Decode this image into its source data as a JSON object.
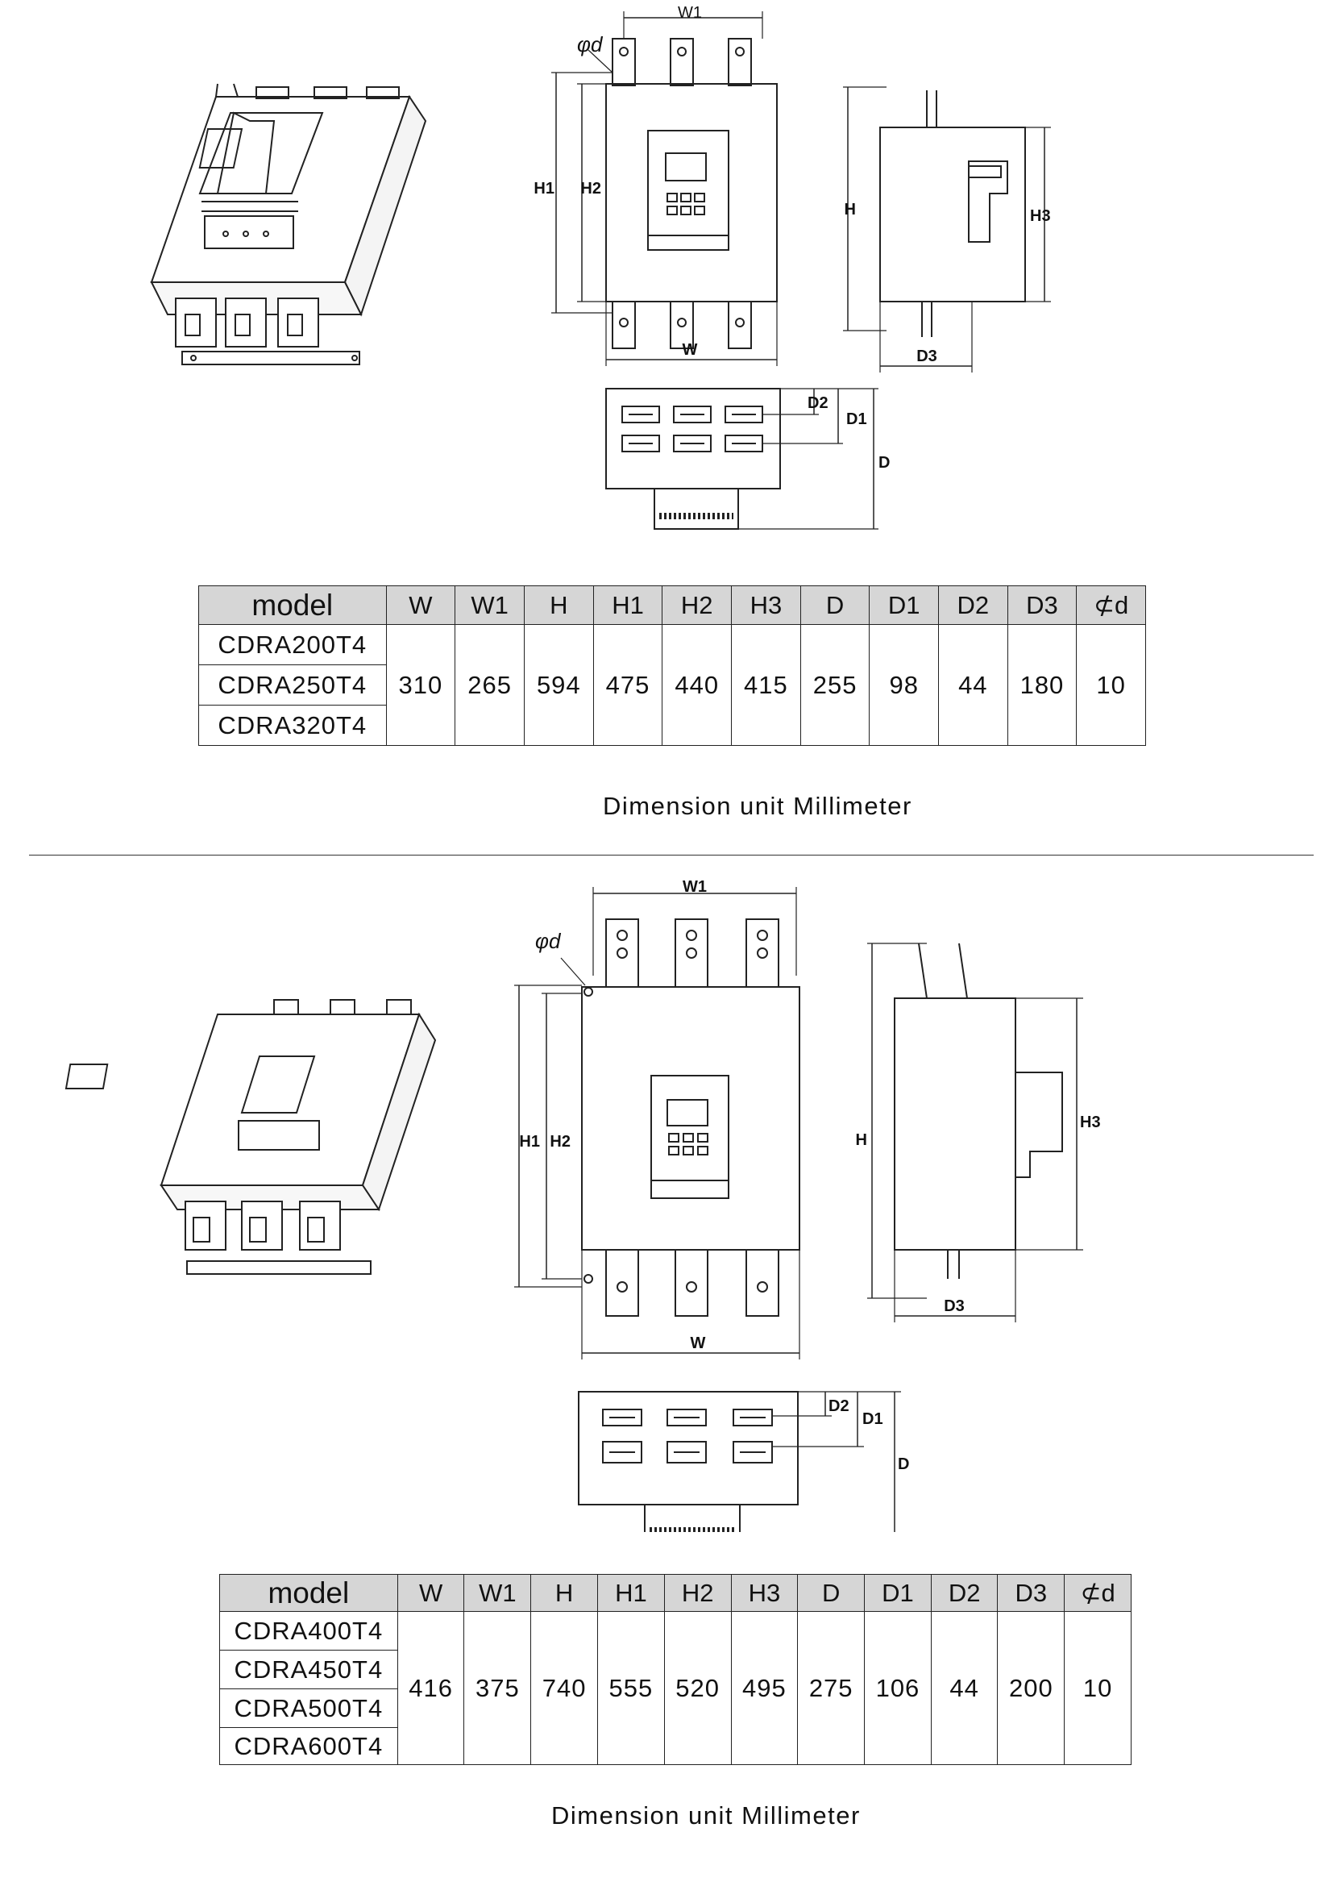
{
  "sections": [
    {
      "labels": {
        "w1": "W1",
        "d": "φd",
        "h1": "H1",
        "h2": "H2",
        "w": "W",
        "h": "H",
        "h3": "H3",
        "d3": "D3",
        "d2": "D2",
        "d1": "D1",
        "dd": "D"
      },
      "table": {
        "headers": [
          "model",
          "W",
          "W1",
          "H",
          "H1",
          "H2",
          "H3",
          "D",
          "D1",
          "D2",
          "D3",
          "⊄d"
        ],
        "models": [
          "CDRA200T4",
          "CDRA250T4",
          "CDRA320T4"
        ],
        "values": [
          "310",
          "265",
          "594",
          "475",
          "440",
          "415",
          "255",
          "98",
          "44",
          "180",
          "10"
        ]
      },
      "caption": "Dimension unit Millimeter"
    },
    {
      "labels": {
        "w1": "W1",
        "d": "φd",
        "h1": "H1",
        "h2": "H2",
        "w": "W",
        "h": "H",
        "h3": "H3",
        "d3": "D3",
        "d2": "D2",
        "d1": "D1",
        "dd": "D"
      },
      "table": {
        "headers": [
          "model",
          "W",
          "W1",
          "H",
          "H1",
          "H2",
          "H3",
          "D",
          "D1",
          "D2",
          "D3",
          "⊄d"
        ],
        "models": [
          "CDRA400T4",
          "CDRA450T4",
          "CDRA500T4",
          "CDRA600T4"
        ],
        "values": [
          "416",
          "375",
          "740",
          "555",
          "520",
          "495",
          "275",
          "106",
          "44",
          "200",
          "10"
        ]
      },
      "caption": "Dimension unit Millimeter"
    }
  ]
}
